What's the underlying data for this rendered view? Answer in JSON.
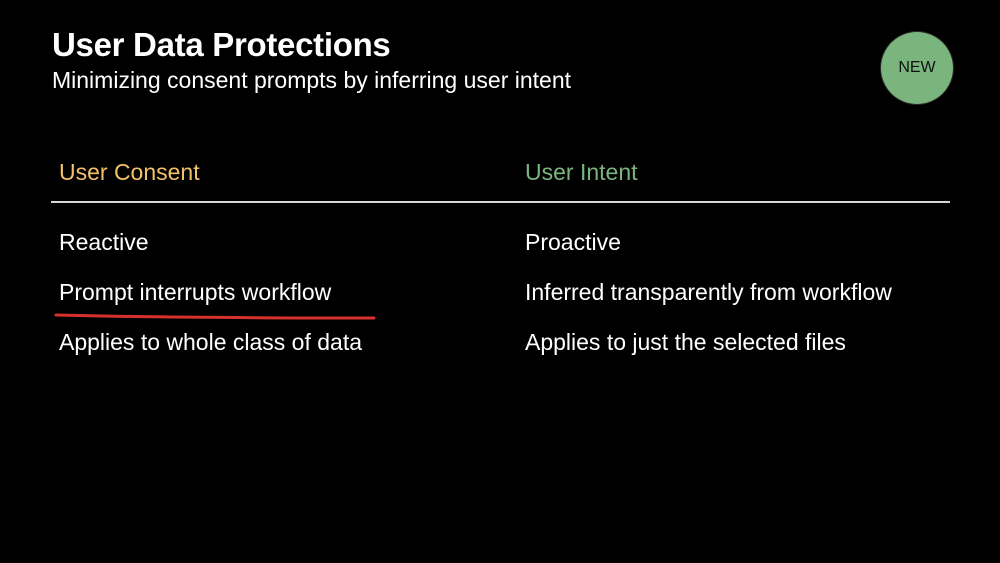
{
  "slide": {
    "title": "User Data Protections",
    "subtitle": "Minimizing consent prompts by inferring user intent",
    "badge": "NEW",
    "colors": {
      "background": "#000000",
      "consent_heading": "#f2c26b",
      "intent_heading": "#7bb57e",
      "badge": "#7bb57e",
      "underline": "#d9312b"
    }
  },
  "comparison": {
    "left": {
      "heading": "User Consent",
      "rows": [
        "Reactive",
        "Prompt interrupts workflow",
        "Applies to whole class of data"
      ]
    },
    "right": {
      "heading": "User Intent",
      "rows": [
        "Proactive",
        "Inferred transparently from workflow",
        "Applies to just the selected files"
      ]
    },
    "annotation": {
      "underlined_row": "Prompt interrupts workflow"
    }
  }
}
